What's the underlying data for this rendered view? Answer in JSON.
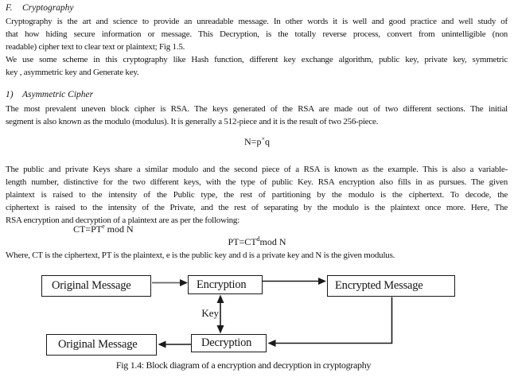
{
  "section_f": {
    "heading_label": "F.",
    "heading_title": "Cryptography",
    "lines": [
      "Cryptography is the art and science to provide an unreadable message. In other words it is well and good practice and well study of",
      "that how hiding secure information or message. This Decryption, is the totally reverse process, convert from unintelligible (non",
      "readable) cipher text to clear text or plaintext; Fig 1.5.",
      "We use some scheme in this cryptography like Hash function, different key exchange algorithm, public key, private key, symmetric",
      "key , asymmetric key and Generate key."
    ]
  },
  "section_1": {
    "heading_label": "1)",
    "heading_title": "Asymmetric Cipher",
    "lines": [
      "The most prevalent uneven block cipher is RSA. The keys generated of the RSA are made out of two different sections. The initial",
      "segment is also known as the modulo (modulus). It is generally a 512-piece and it is the result of two 256-piece."
    ]
  },
  "formula_npq": {
    "base": "N=p",
    "sup": "×",
    "tail": "q"
  },
  "rsa_paragraph": {
    "lines": [
      "The public and private Keys share a similar modulo and the second piece of a RSA is known as the example. This is also a variable-",
      "length number, distinctive for the two different keys, with the type of public Key. RSA encryption also fills in as pursues. The given",
      "plaintext is raised to the intensity of the Public type, the rest of partitioning by the modulo is the ciphertext. To decode, the",
      "ciphertext is raised to the intensity of the Private, and the rest of separating by the modulo is the plaintext once more. Here, The",
      "RSA encryption and decryption of a plaintext are as per the following:"
    ]
  },
  "formula_ct": {
    "base": "CT=PT",
    "sup": "e",
    "tail": " mod N"
  },
  "formula_pt": {
    "base": "PT=CT",
    "sup": "d",
    "tail": "mod N"
  },
  "where_line": "Where, CT is the ciphertext, PT is the plaintext, e is the public key and d is a private key and N is the given modulus.",
  "diagram": {
    "boxes": {
      "original_top": "Original Message",
      "encryption": "Encryption",
      "encrypted": "Encrypted Message",
      "original_bottom": "Original Message",
      "decryption": "Decryption"
    },
    "key_label": "Key",
    "caption": "Fig 1.4: Block diagram of a encryption and decryption in cryptography"
  },
  "colors": {
    "text": "#141414",
    "background": "#ffffff",
    "line": "#1a1a1a",
    "arrow_shaft_gray": "#666666"
  }
}
